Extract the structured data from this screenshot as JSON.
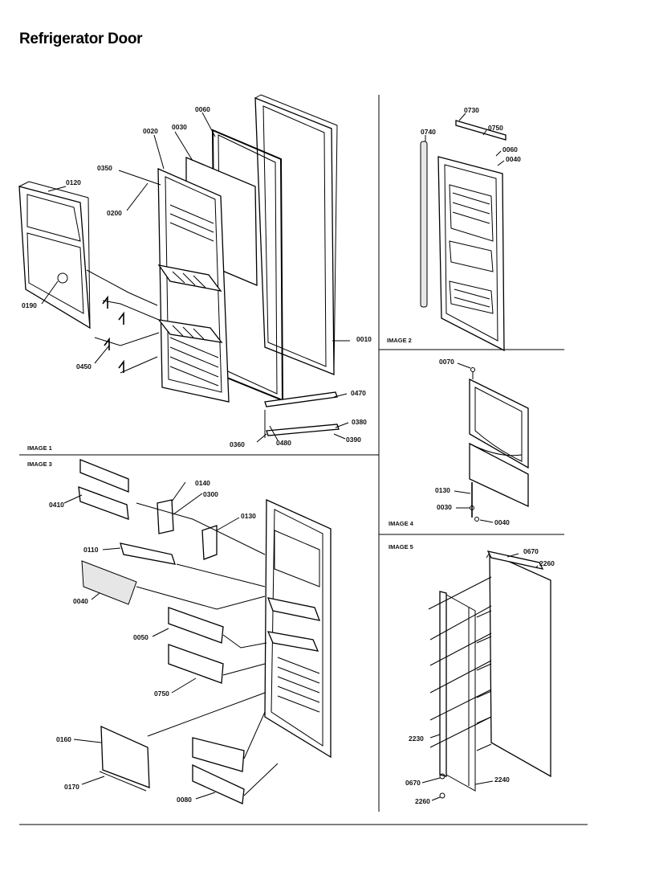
{
  "page_title": "Refrigerator Door",
  "panels": [
    {
      "id": "image1",
      "label": "IMAGE 1"
    },
    {
      "id": "image2",
      "label": "IMAGE 2"
    },
    {
      "id": "image3",
      "label": "IMAGE 3"
    },
    {
      "id": "image4",
      "label": "IMAGE 4"
    },
    {
      "id": "image5",
      "label": "IMAGE 5"
    }
  ],
  "callouts": {
    "image1": [
      "0060",
      "0020",
      "0030",
      "0350",
      "0120",
      "0200",
      "0190",
      "0450",
      "0010",
      "0470",
      "0380",
      "0390",
      "0360",
      "0480"
    ],
    "image2": [
      "0730",
      "0740",
      "0750",
      "0060",
      "0040"
    ],
    "image3": [
      "0140",
      "0300",
      "0410",
      "0130",
      "0110",
      "0040",
      "0050",
      "0750",
      "0160",
      "0170",
      "0080"
    ],
    "image4": [
      "0070",
      "0130",
      "0030",
      "0040"
    ],
    "image5": [
      "0670",
      "2260",
      "2230",
      "0670",
      "2240",
      "2260"
    ]
  }
}
